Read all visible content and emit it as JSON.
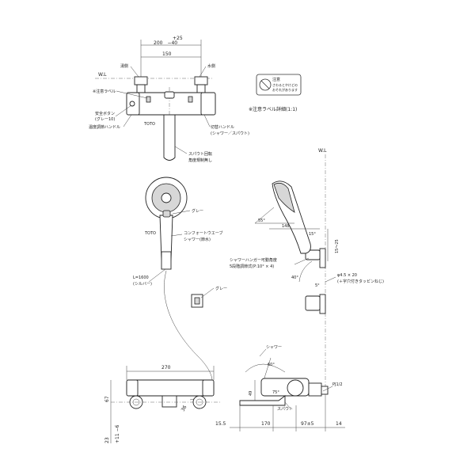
{
  "front_view": {
    "dim_overall_tol": "+25",
    "dim_overall": "200　−40",
    "dim_centers": "150",
    "label_hot_side": "湯側",
    "label_cold_side": "水側",
    "label_water_level": "W.L",
    "label_caution_label": "※注意ラベル",
    "label_safety_button": "安全ボタン",
    "label_safety_button_color": "(グレー10)",
    "label_temp_handle": "温度調節ハンドル",
    "label_brand": "TOTO",
    "label_switch_handle": "切替ハンドル",
    "label_switch_handle_modes": "(シャワー／スパウト)",
    "label_spout_rotation": "スパウト回転",
    "label_spout_rotation_note": "角度規制無し"
  },
  "caution_label": {
    "title": "注意",
    "text_line1": "さわるとやけどの",
    "text_line2": "おそれがあります",
    "caption": "※注意ラベル詳細(1:1)"
  },
  "shower_head": {
    "label_grey": "グレー",
    "label_brand": "TOTO",
    "label_name_line1": "コンフォートウエーブ",
    "label_name_line2": "シャワー(節水)",
    "hose_length": "L=1600",
    "hose_color": "(シルバー)",
    "holder_grey": "グレー"
  },
  "side_shower": {
    "label_water_level": "W.L",
    "angle_55": "55°",
    "dim_148": "148",
    "angle_15": "15°",
    "dim_15_25": "15〜25",
    "label_hanger_angle": "シャワーハンガー可動角度",
    "label_hanger_steps": "5段階調節式(P:10° × 4)",
    "angle_40": "40°",
    "angle_5": "5°",
    "screw_spec": "φ4.5 × 20",
    "screw_note": "(＋字穴付きタッピンねじ)"
  },
  "bottom_front": {
    "dim_width": "270",
    "dim_height": "67",
    "dim_drop": "23",
    "dim_drop_tol": "+11 −6",
    "dim_nut": "36"
  },
  "bottom_side": {
    "label_shower": "シャワー",
    "angle_60": "60°",
    "dim_49": "49",
    "angle_75": "75°",
    "label_pj": "PJ1/2",
    "label_spout": "スパウト",
    "dim_15_5": "15.5",
    "dim_170": "170",
    "dim_97": "97±5",
    "dim_14": "14"
  }
}
